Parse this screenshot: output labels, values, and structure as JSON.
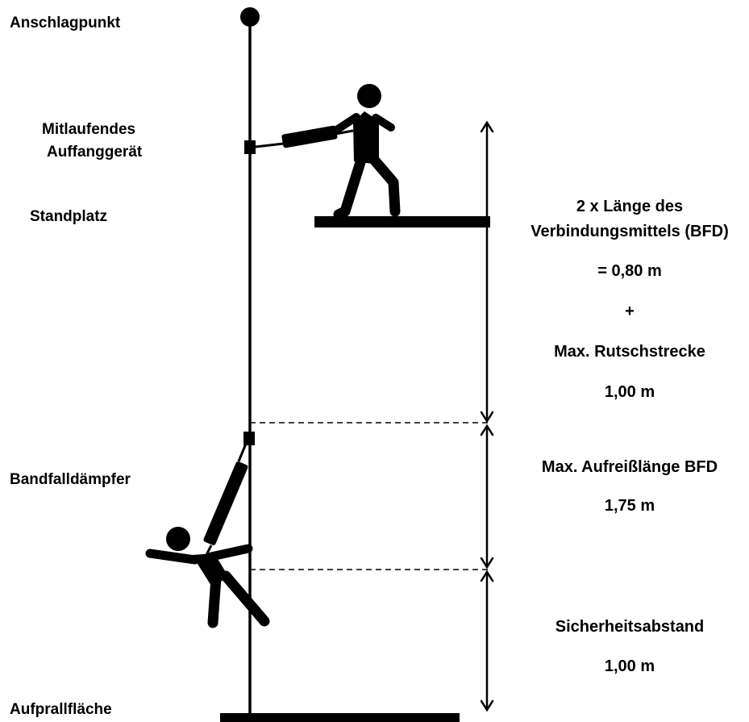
{
  "labels": {
    "anchor": "Anschlagpunkt",
    "device_line1": "Mitlaufendes",
    "device_line2": "Auffanggerät",
    "standplace": "Standplatz",
    "shock_absorber": "Bandfalldämpfer",
    "impact_surface": "Aufprallfläche"
  },
  "measures": {
    "lanyard_line1": "2 x Länge des",
    "lanyard_line2": "Verbindungsmittels (BFD)",
    "lanyard_value": "= 0,80 m",
    "plus": "+",
    "slide_label": "Max. Rutschstrecke",
    "slide_value": "1,00 m",
    "tear_label": "Max. Aufreißlänge BFD",
    "tear_value": "1,75 m",
    "safety_label": "Sicherheitsabstand",
    "safety_value": "1,00 m"
  }
}
